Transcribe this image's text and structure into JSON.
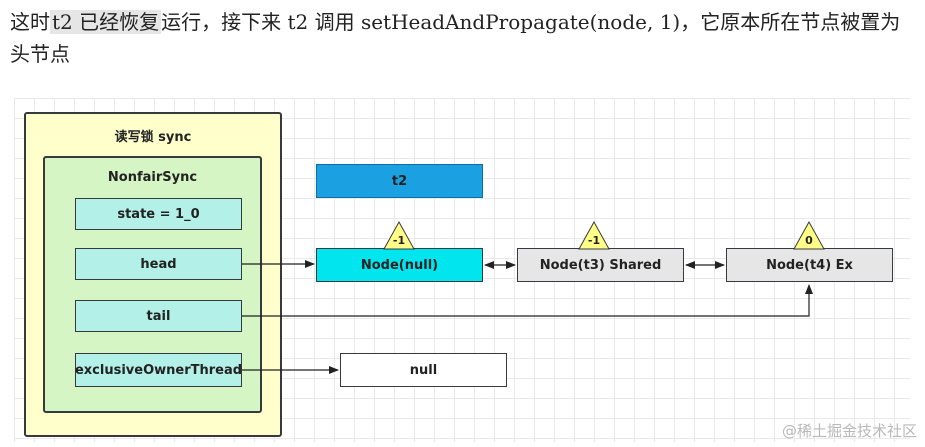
{
  "intro": {
    "part1": "这时",
    "highlight": "t2 已经恢复",
    "part2": "运行，接下来 t2 调用 setHeadAndPropagate(node, 1)，它原本所在节点被置为头节点"
  },
  "diagram": {
    "outer_label": "读写锁 sync",
    "inner_label": "NonfairSync",
    "fields": {
      "state": "state = 1_0",
      "head": "head",
      "tail": "tail",
      "owner": "exclusiveOwnerThread"
    },
    "thread_label": "t2",
    "nodes": {
      "null_node": "Node(null)",
      "t3_node": "Node(t3) Shared",
      "t4_node": "Node(t4) Ex"
    },
    "badges": {
      "null_node": "-1",
      "t3_node": "-1",
      "t4_node": "0"
    },
    "null_label": "null"
  },
  "watermark": "@稀土掘金技术社区",
  "colors": {
    "outer_fill": "#ffffcc",
    "inner_fill": "#d5f5c5",
    "field_fill": "#b3f0e8",
    "thread_fill": "#1ba1e2",
    "head_node_fill": "#00e5ee",
    "node_fill": "#e6e6e6",
    "badge_fill": "#ffff88"
  }
}
